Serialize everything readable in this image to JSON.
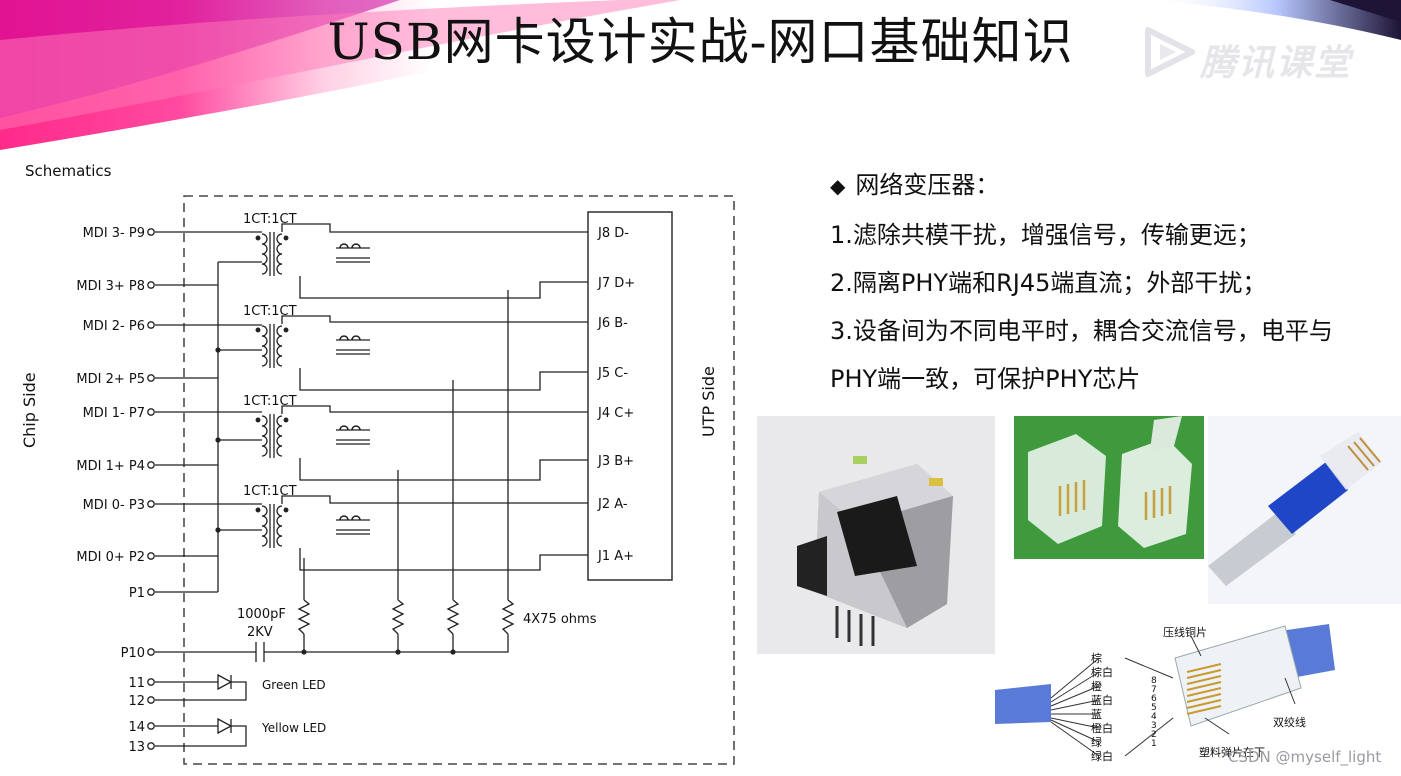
{
  "title": "USB网卡设计实战-网口基础知识",
  "logo": {
    "text": "腾讯课堂",
    "icon": "play-triangle-icon"
  },
  "schematic": {
    "heading": "Schematics",
    "chip_side": "Chip Side",
    "utp_side": "UTP Side",
    "transformer_labels": [
      "1CT:1CT",
      "1CT:1CT",
      "1CT:1CT",
      "1CT:1CT"
    ],
    "left_pins": [
      "MDI 3- P9",
      "MDI 3+ P8",
      "MDI 2- P6",
      "MDI 2+ P5",
      "MDI 1- P7",
      "MDI 1+ P4",
      "MDI 0- P3",
      "MDI 0+ P2",
      "P1",
      "P10",
      "11",
      "12",
      "14",
      "13"
    ],
    "right_pins": [
      "J8 D-",
      "J7 D+",
      "J6 B-",
      "J5 C-",
      "J4 C+",
      "J3 B+",
      "J2 A-",
      "J1 A+"
    ],
    "capacitor": [
      "1000pF",
      "2KV"
    ],
    "resistor_label": "4X75 ohms",
    "leds": [
      "Green LED",
      "Yellow LED"
    ]
  },
  "panel": {
    "heading": "网络变压器：",
    "points": [
      "1.滤除共模干扰，增强信号，传输更远；",
      "2.隔离PHY端和RJ45端直流；外部干扰；",
      "3.设备间为不同电平时，耦合交流信号，电平与",
      "PHY端一致，可保护PHY芯片"
    ]
  },
  "wiring_photo": {
    "top_label": "压线铜片",
    "wires": [
      "棕",
      "棕白",
      "橙",
      "蓝白",
      "蓝",
      "橙白",
      "绿",
      "绿白"
    ],
    "numbers": [
      "8",
      "7",
      "6",
      "5",
      "4",
      "3",
      "2",
      "1"
    ],
    "twisted_label": "双绞线",
    "clip_label": "塑料弹片在下"
  },
  "watermark": "CSDN @myself_light",
  "colors": {
    "banner_pink": "#ff2a8a",
    "banner_magenta": "#c8009a",
    "banner_dark": "#1e1436",
    "pcb_green": "#3e9a3c",
    "cable_blue": "#2046c8"
  }
}
